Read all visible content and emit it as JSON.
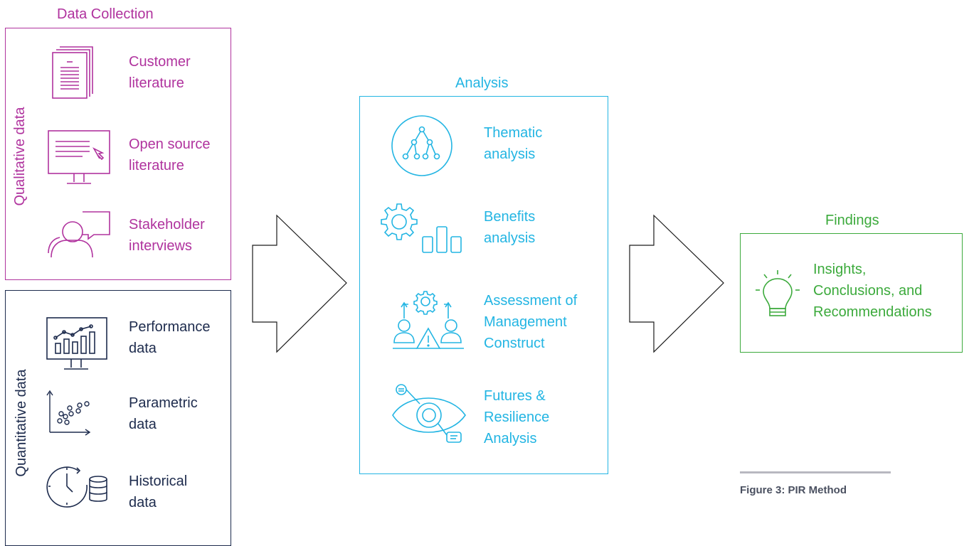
{
  "colors": {
    "qualitative": "#b0339e",
    "quantitative": "#1d2b4d",
    "analysis": "#23b5e3",
    "findings": "#3caa3c",
    "caption_rule": "#b8b8c0"
  },
  "data_collection": {
    "title": "Data Collection",
    "qualitative": {
      "side_label": "Qualitative data",
      "items": [
        {
          "icon": "documents-icon",
          "label": "Customer\nliterature"
        },
        {
          "icon": "monitor-cursor-icon",
          "label": "Open source\nliterature"
        },
        {
          "icon": "person-speech-icon",
          "label": "Stakeholder\ninterviews"
        }
      ]
    },
    "quantitative": {
      "side_label": "Quantitative data",
      "items": [
        {
          "icon": "monitor-chart-icon",
          "label": "Performance\ndata"
        },
        {
          "icon": "scatter-plot-icon",
          "label": "Parametric\ndata"
        },
        {
          "icon": "clock-database-icon",
          "label": "Historical\ndata"
        }
      ]
    }
  },
  "analysis": {
    "title": "Analysis",
    "items": [
      {
        "icon": "tree-hierarchy-icon",
        "label": "Thematic\nanalysis"
      },
      {
        "icon": "gear-bars-icon",
        "label": "Benefits\nanalysis"
      },
      {
        "icon": "people-warning-icon",
        "label": "Assessment of\nManagement\nConstruct"
      },
      {
        "icon": "eye-icon",
        "label": "Futures &\nResilience\nAnalysis"
      }
    ]
  },
  "findings": {
    "title": "Findings",
    "icon": "lightbulb-icon",
    "label": "Insights,\nConclusions, and\nRecommendations"
  },
  "caption": "Figure 3: PIR Method"
}
